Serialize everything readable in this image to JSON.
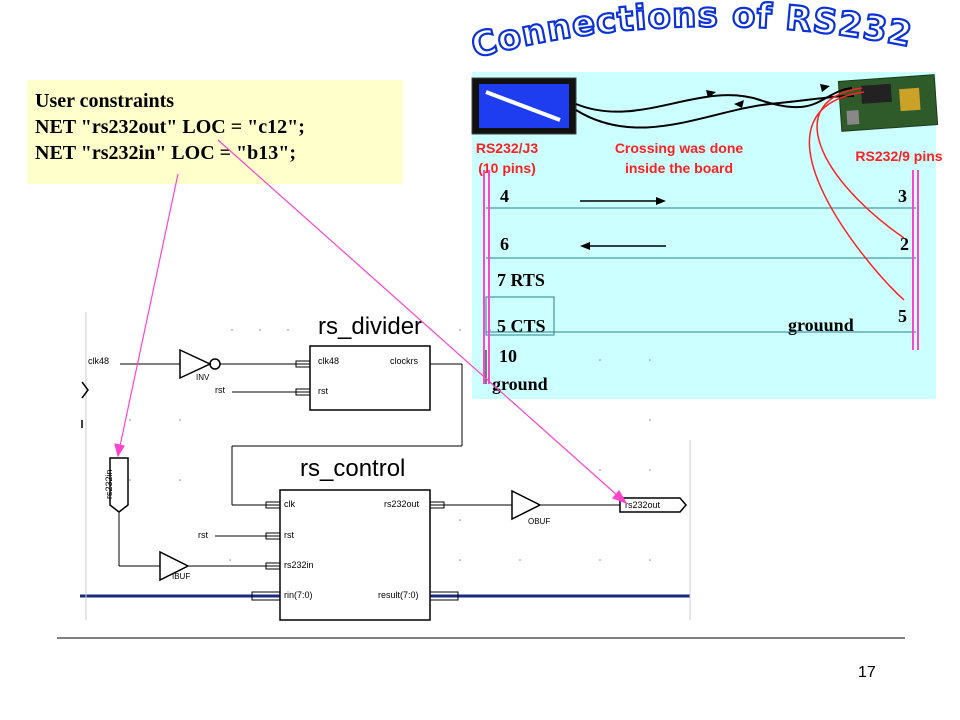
{
  "title": "Connections of RS232",
  "constraints": {
    "line1": "User constraints",
    "line2": "NET \"rs232out\" LOC = \"c12\";",
    "line3": "NET \"rs232in\" LOC = \"b13\";"
  },
  "rs232": {
    "left_label_1": "RS232/J3",
    "left_label_2": "(10 pins)",
    "crossing_1": "Crossing was done",
    "crossing_2": "inside the board",
    "right_label": "RS232/9 pins",
    "pins_left": [
      "4",
      "6",
      "7 RTS",
      "5 CTS",
      "10",
      "ground"
    ],
    "pins_right": [
      "3",
      "2",
      "5"
    ],
    "ground_right": "grouund"
  },
  "schematic": {
    "divider_title": "rs_divider",
    "control_title": "rs_control",
    "clk48": "clk48",
    "inv_label": "INV",
    "rst": "rst",
    "divider_ports": {
      "clk48": "clk48",
      "rst": "rst",
      "clockrs": "clockrs"
    },
    "control_ports": {
      "clk": "clk",
      "rst": "rst",
      "rs232in": "rs232in",
      "rin": "rin(7:0)",
      "rs232out": "rs232out",
      "result": "result(7:0)"
    },
    "obuf": "OBUF",
    "ibuf": "IBUF",
    "rs232in_pad": "rs232in",
    "rs232out_pad": "rs232out"
  },
  "page_number": "17",
  "colors": {
    "title_blue": "#0a32d8",
    "constraint_bg": "#ffffcc",
    "panel_bg": "#ccffff",
    "accent_red": "#ff2020",
    "pink_arrow": "#ff44cc"
  }
}
